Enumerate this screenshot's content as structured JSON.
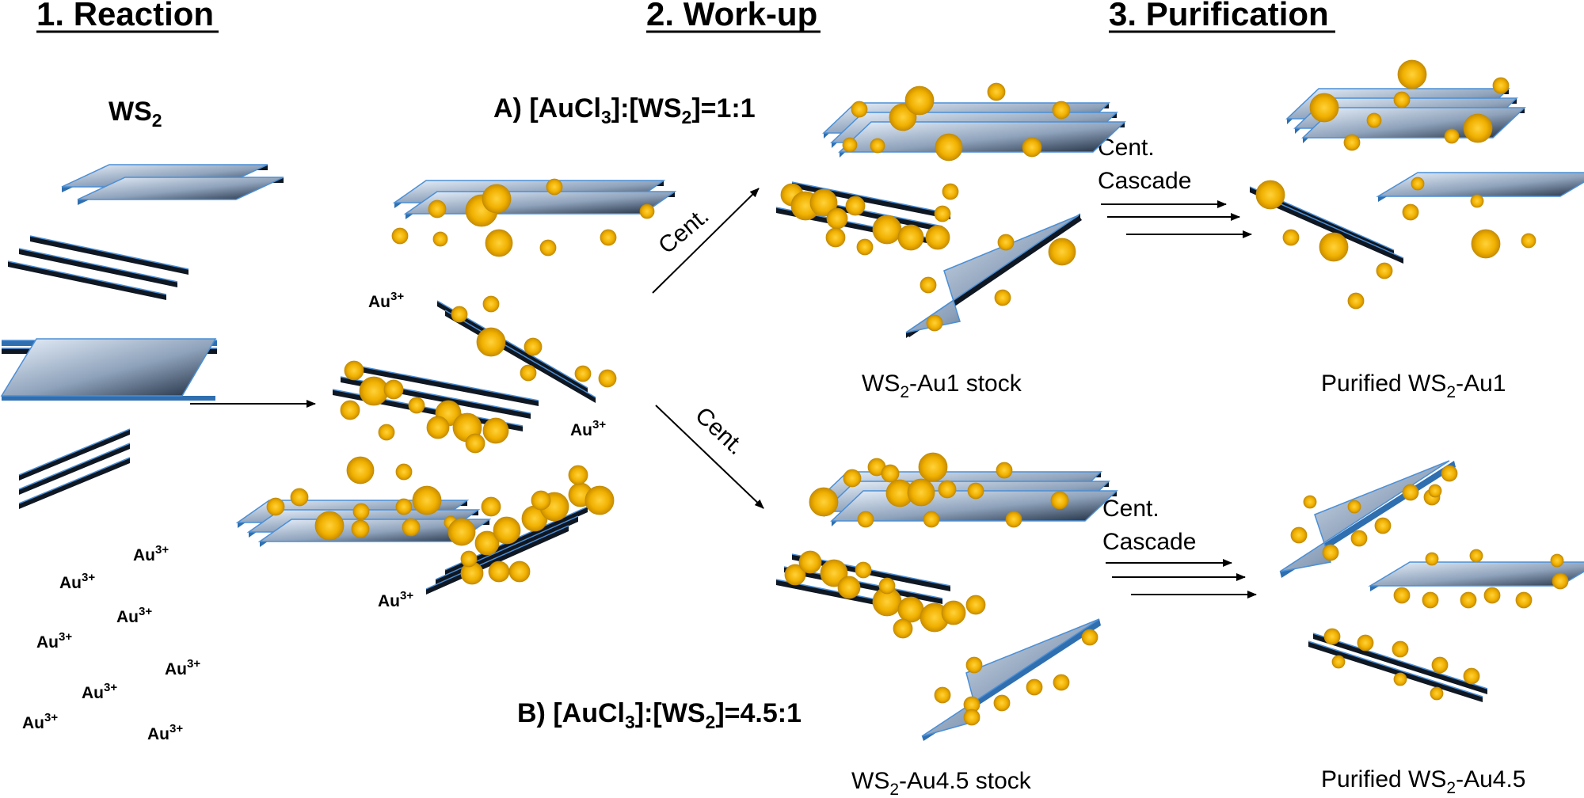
{
  "headers": {
    "reaction": "1. Reaction",
    "workup": "2. Work-up",
    "purification": "3. Purification"
  },
  "reactant": {
    "main": "WS",
    "sub": "2"
  },
  "ion": {
    "main": "Au",
    "sup": "3+"
  },
  "condition_a": {
    "p1": "A) [AuCl",
    "s1": "3",
    "p2": "]:[WS",
    "s2": "2",
    "p3": "]=1:1"
  },
  "condition_b": {
    "p1": "B) [AuCl",
    "s1": "3",
    "p2": "]:[WS",
    "s2": "2",
    "p3": "]=4.5:1"
  },
  "arrows": {
    "cent_label": "Cent.",
    "cascade_line1": "Cent.",
    "cascade_line2": "Cascade"
  },
  "stock_au1": {
    "pre": "WS",
    "sub": "2",
    "post": "-Au1 stock"
  },
  "stock_au45": {
    "pre": "WS",
    "sub": "2",
    "post": "-Au4.5 stock"
  },
  "purified_au1": {
    "pre": "Purified WS",
    "sub": "2",
    "post": "-Au1"
  },
  "purified_au45": {
    "pre": "Purified WS",
    "sub": "2",
    "post": "-Au4.5"
  },
  "colors": {
    "sheet_light": "#e7f0fb",
    "sheet_dark": "#1b2a3d",
    "sheet_edge_blue": "#3d86cc",
    "gold": "#f2b705",
    "gold_dark": "#b07d00"
  }
}
